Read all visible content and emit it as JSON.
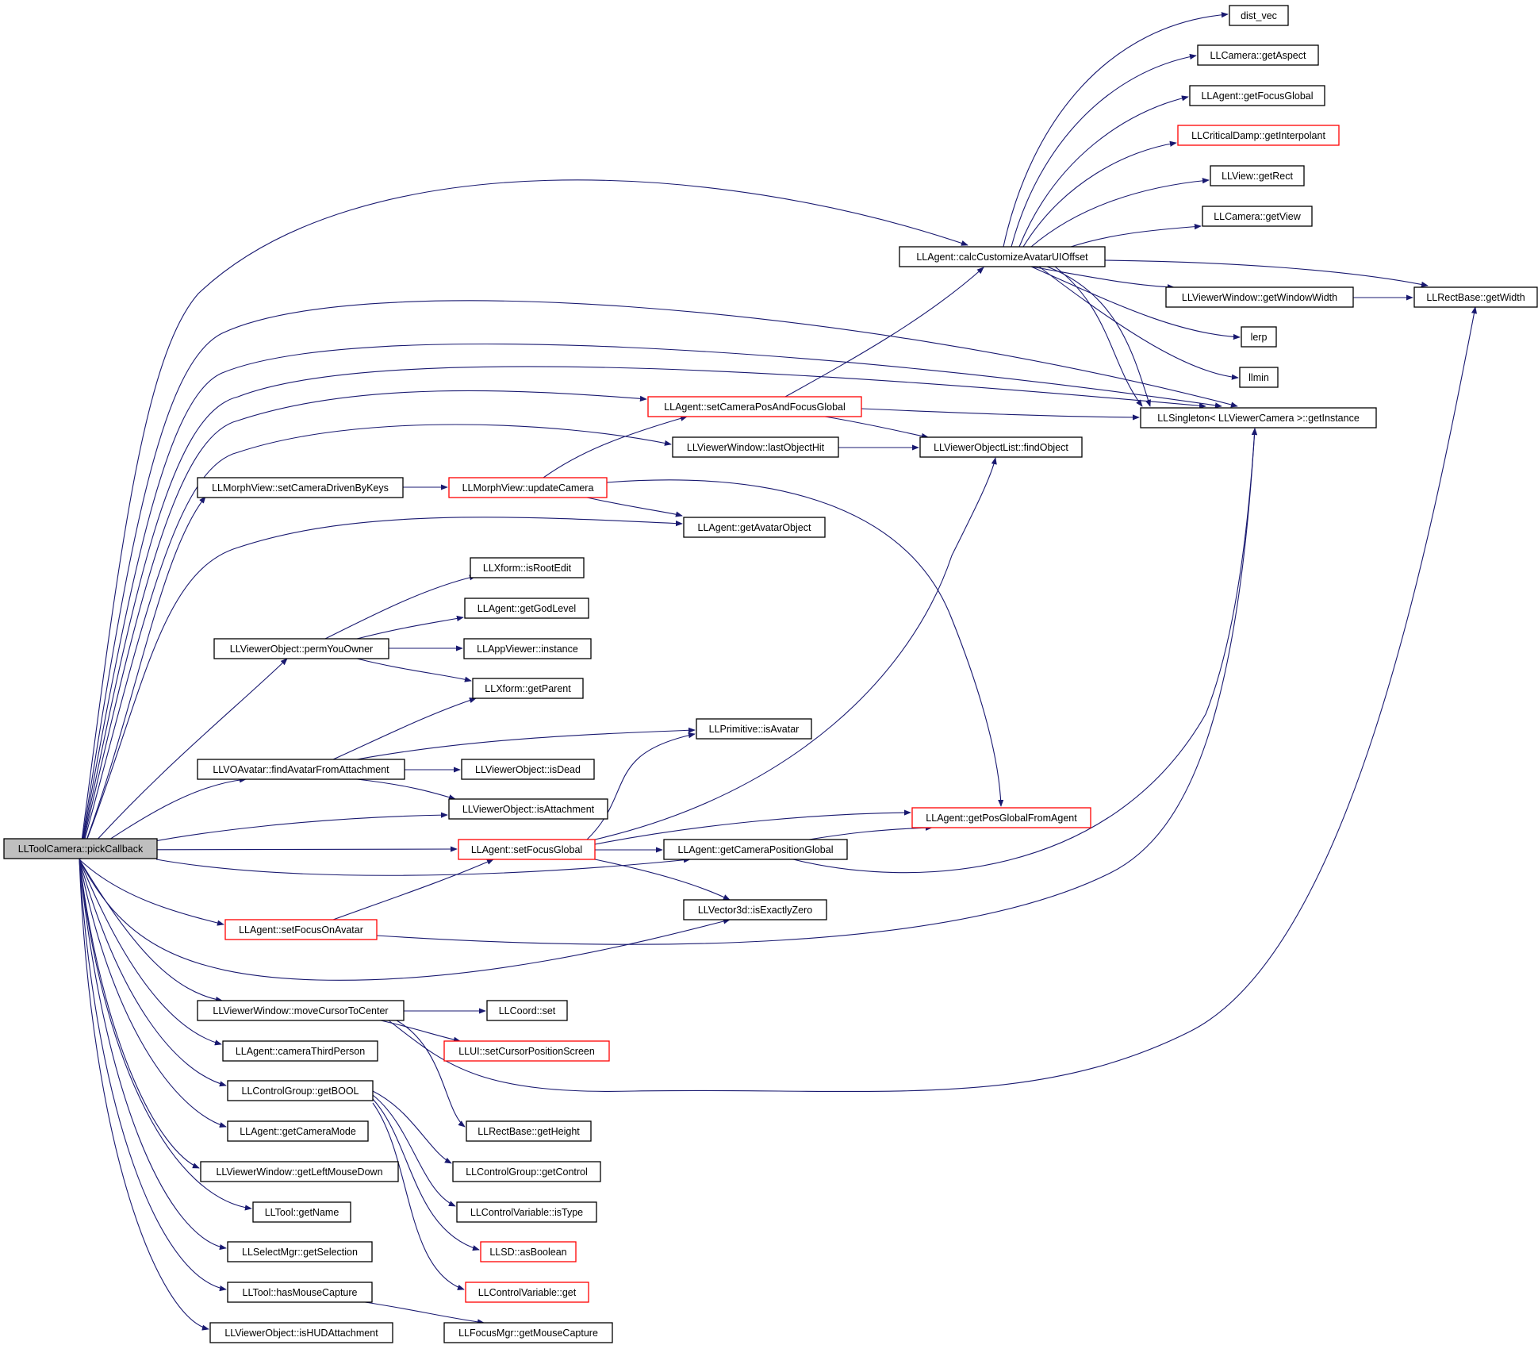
{
  "colors": {
    "edge": "#191970",
    "border_normal": "#000000",
    "border_truncated": "#ff0000",
    "root_fill": "#bfbfbf",
    "node_fill": "#ffffff"
  },
  "nodes": [
    {
      "id": "root",
      "label": "LLToolCamera::pickCallback",
      "root": true
    },
    {
      "id": "calc",
      "label": "LLAgent::calcCustomizeAvatarUIOffset"
    },
    {
      "id": "distvec",
      "label": "dist_vec"
    },
    {
      "id": "camaspect",
      "label": "LLCamera::getAspect"
    },
    {
      "id": "focusglobal",
      "label": "LLAgent::getFocusGlobal"
    },
    {
      "id": "critdamp",
      "label": "LLCriticalDamp::getInterpolant",
      "truncated": true
    },
    {
      "id": "viewrect",
      "label": "LLView::getRect"
    },
    {
      "id": "camview",
      "label": "LLCamera::getView"
    },
    {
      "id": "winwidth",
      "label": "LLViewerWindow::getWindowWidth"
    },
    {
      "id": "rectwidth",
      "label": "LLRectBase::getWidth"
    },
    {
      "id": "lerp",
      "label": "lerp"
    },
    {
      "id": "llmin",
      "label": "llmin"
    },
    {
      "id": "singleton",
      "label": "LLSingleton< LLViewerCamera >::getInstance"
    },
    {
      "id": "setcampos",
      "label": "LLAgent::setCameraPosAndFocusGlobal",
      "truncated": true
    },
    {
      "id": "lastobj",
      "label": "LLViewerWindow::lastObjectHit"
    },
    {
      "id": "findobj",
      "label": "LLViewerObjectList::findObject"
    },
    {
      "id": "setcamkeys",
      "label": "LLMorphView::setCameraDrivenByKeys"
    },
    {
      "id": "updatecam",
      "label": "LLMorphView::updateCamera",
      "truncated": true
    },
    {
      "id": "avatarobj",
      "label": "LLAgent::getAvatarObject"
    },
    {
      "id": "isrootedit",
      "label": "LLXform::isRootEdit"
    },
    {
      "id": "godlevel",
      "label": "LLAgent::getGodLevel"
    },
    {
      "id": "permowner",
      "label": "LLViewerObject::permYouOwner"
    },
    {
      "id": "appinst",
      "label": "LLAppViewer::instance"
    },
    {
      "id": "getparent",
      "label": "LLXform::getParent"
    },
    {
      "id": "isavatar",
      "label": "LLPrimitive::isAvatar"
    },
    {
      "id": "findavatar",
      "label": "LLVOAvatar::findAvatarFromAttachment"
    },
    {
      "id": "isdead",
      "label": "LLViewerObject::isDead"
    },
    {
      "id": "isattach",
      "label": "LLViewerObject::isAttachment"
    },
    {
      "id": "posfromagent",
      "label": "LLAgent::getPosGlobalFromAgent",
      "truncated": true
    },
    {
      "id": "setfocus",
      "label": "LLAgent::setFocusGlobal",
      "truncated": true
    },
    {
      "id": "campos",
      "label": "LLAgent::getCameraPositionGlobal"
    },
    {
      "id": "iszero",
      "label": "LLVector3d::isExactlyZero"
    },
    {
      "id": "focusavatar",
      "label": "LLAgent::setFocusOnAvatar",
      "truncated": true
    },
    {
      "id": "movecursor",
      "label": "LLViewerWindow::moveCursorToCenter"
    },
    {
      "id": "coordset",
      "label": "LLCoord::set"
    },
    {
      "id": "setcursor",
      "label": "LLUI::setCursorPositionScreen",
      "truncated": true
    },
    {
      "id": "thirdperson",
      "label": "LLAgent::cameraThirdPerson"
    },
    {
      "id": "getbool",
      "label": "LLControlGroup::getBOOL"
    },
    {
      "id": "rectheight",
      "label": "LLRectBase::getHeight"
    },
    {
      "id": "cammode",
      "label": "LLAgent::getCameraMode"
    },
    {
      "id": "getcontrol",
      "label": "LLControlGroup::getControl"
    },
    {
      "id": "leftmouse",
      "label": "LLViewerWindow::getLeftMouseDown"
    },
    {
      "id": "istype",
      "label": "LLControlVariable::isType"
    },
    {
      "id": "toolname",
      "label": "LLTool::getName"
    },
    {
      "id": "asbool",
      "label": "LLSD::asBoolean",
      "truncated": true
    },
    {
      "id": "selection",
      "label": "LLSelectMgr::getSelection"
    },
    {
      "id": "ctrlget",
      "label": "LLControlVariable::get",
      "truncated": true
    },
    {
      "id": "hascapture",
      "label": "LLTool::hasMouseCapture"
    },
    {
      "id": "hudattach",
      "label": "LLViewerObject::isHUDAttachment"
    },
    {
      "id": "mousecapture",
      "label": "LLFocusMgr::getMouseCapture"
    }
  ]
}
